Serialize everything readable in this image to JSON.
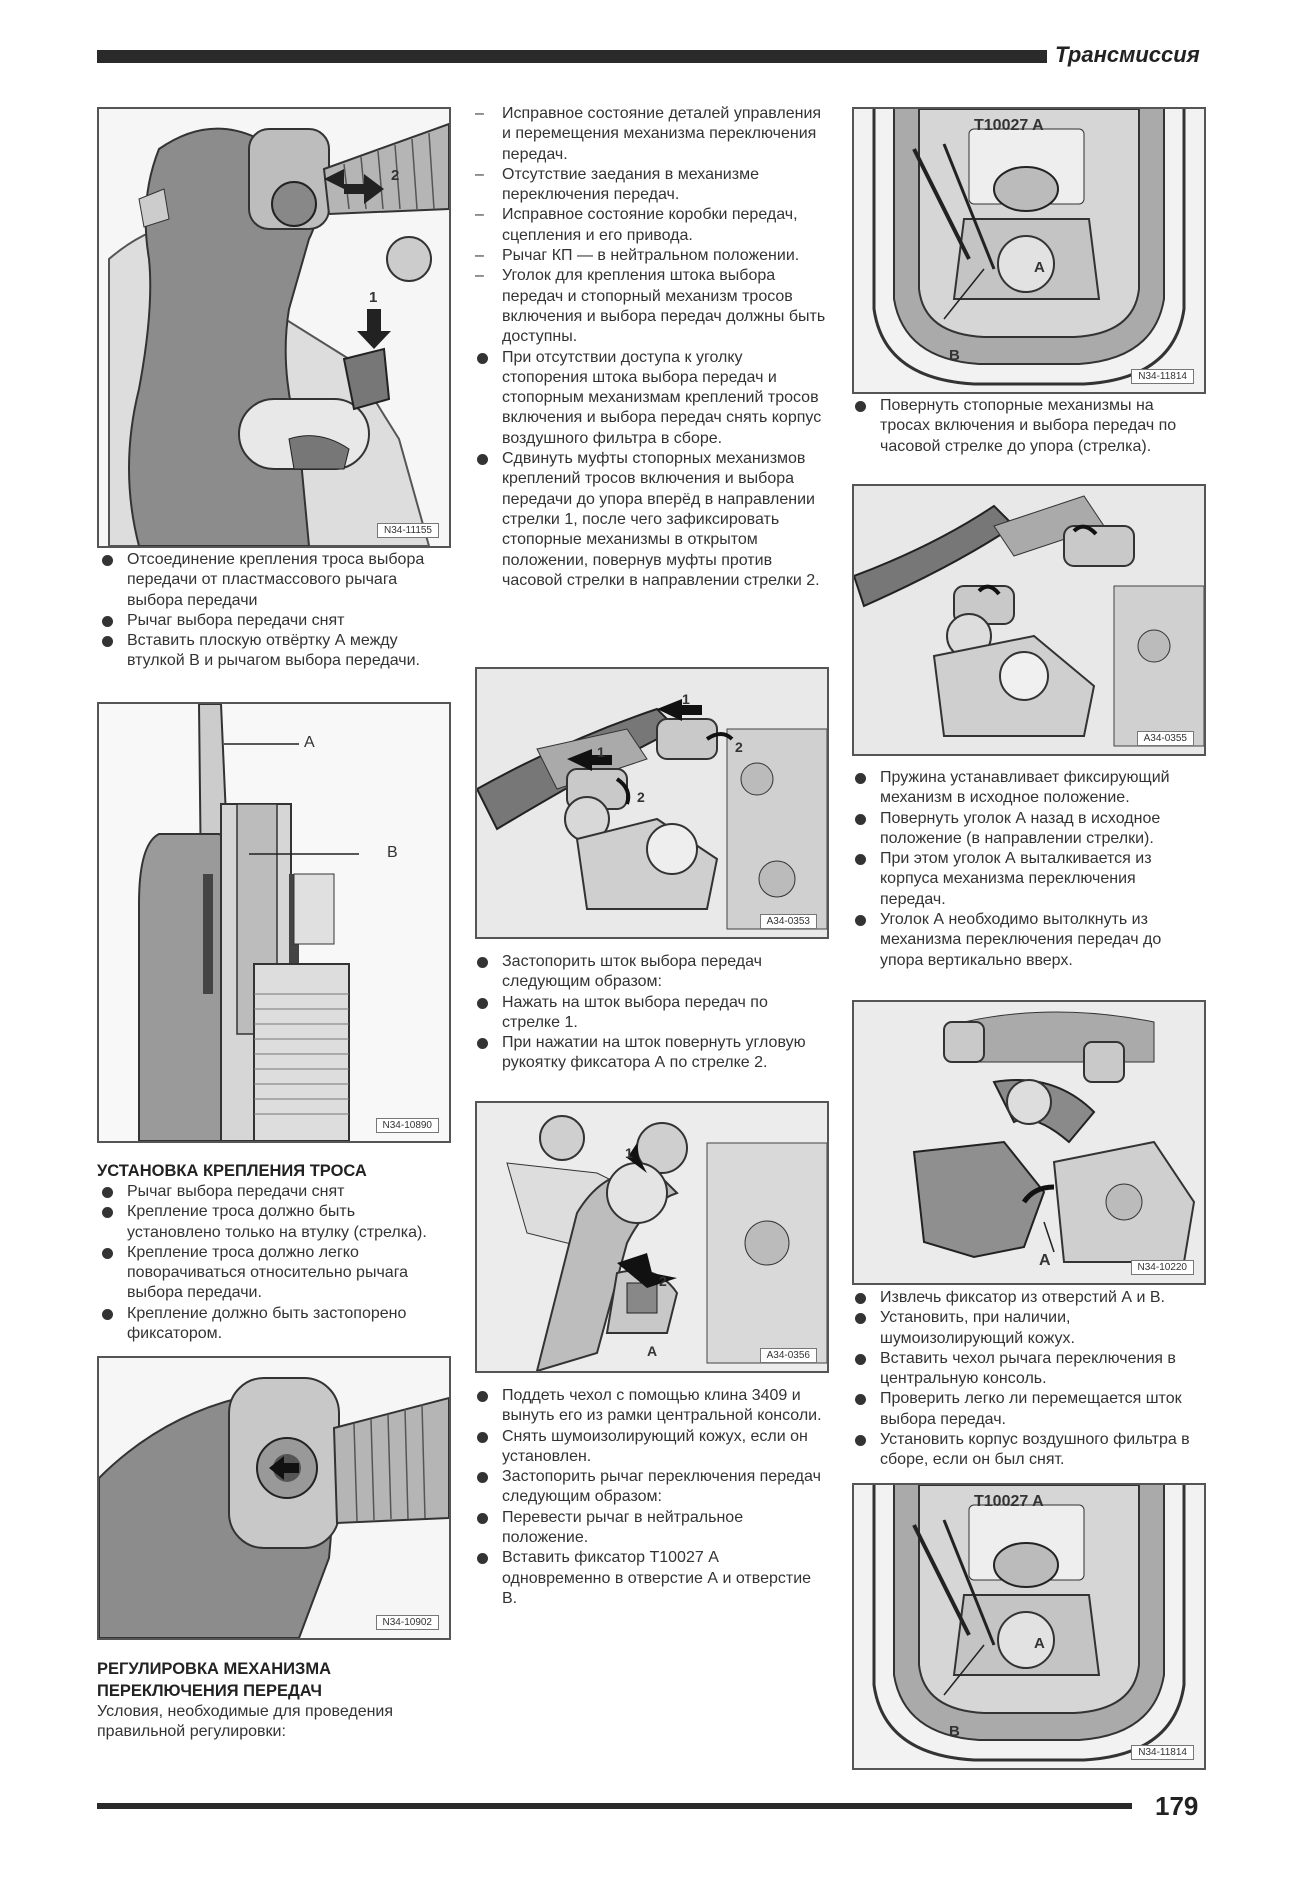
{
  "header": {
    "section": "Трансмиссия"
  },
  "footer": {
    "page": "179"
  },
  "figures": {
    "f1": {
      "code": "N34-11155",
      "labels": [
        "2",
        "1"
      ]
    },
    "f2": {
      "code": "N34-10890",
      "labels": [
        "A",
        "B"
      ]
    },
    "f3": {
      "code": "N34-10902"
    },
    "f4": {
      "code": "A34-0353",
      "labels": [
        "1",
        "2",
        "1",
        "2"
      ]
    },
    "f5": {
      "code": "A34-0356",
      "labels": [
        "1",
        "2",
        "A"
      ]
    },
    "f6": {
      "code": "N34-11814",
      "labels": [
        "T10027 A",
        "A",
        "B"
      ]
    },
    "f7": {
      "code": "A34-0355"
    },
    "f8": {
      "code": "N34-10220",
      "labels": [
        "A"
      ]
    },
    "f9": {
      "code": "N34-11814",
      "labels": [
        "T10027 A",
        "A",
        "B"
      ]
    }
  },
  "col1": {
    "block1": [
      "Отсоединение крепления троса выбора передачи от пластмассового рычага выбора передачи",
      "Рычаг выбора передачи снят",
      "Вставить плоскую отвёртку А между втулкой В и рычагом выбора передачи."
    ],
    "heading1": "УСТАНОВКА КРЕПЛЕНИЯ ТРОСА",
    "block2": [
      "Рычаг выбора передачи снят",
      "Крепление троса должно быть установлено только на втулку (стрелка).",
      "Крепление троса должно легко поворачиваться относительно рычага выбора передачи.",
      "Крепление должно быть застопорено фиксатором."
    ],
    "heading2": "РЕГУЛИРОВКА МЕХАНИЗМА ПЕРЕКЛЮЧЕНИЯ ПЕРЕДАЧ",
    "para": "Условия, необходимые для проведения правильной регулировки:"
  },
  "col2": {
    "dashes": [
      "Исправное состояние деталей управления и перемещения механизма переключения передач.",
      "Отсутствие заедания в механизме переключения передач.",
      "Исправное состояние коробки передач, сцепления и его привода.",
      "Рычаг КП — в нейтральном положении.",
      "Уголок для крепления штока выбора передач и стопорный механизм тросов включения и выбора передач должны быть доступны."
    ],
    "block1": [
      "При отсутствии доступа к уголку стопорения штока выбора передач и стопорным механизмам креплений тросов включения и выбора передач снять корпус воздушного фильтра в сборе.",
      "Сдвинуть муфты стопорных механизмов креплений тросов включения и выбора передачи до упора вперёд в направлении стрелки 1, после чего зафиксировать стопорные механизмы в открытом положении, повернув муфты против часовой стрелки в направлении стрелки 2."
    ],
    "block2": [
      "Застопорить шток выбора передач следующим образом:",
      "Нажать на шток выбора передач по стрелке 1.",
      "При нажатии на шток повернуть угловую рукоятку фиксатора А по стрелке 2."
    ],
    "block3": [
      "Поддеть чехол с помощью клина 3409 и вынуть его из рамки центральной консоли.",
      "Снять шумоизолирующий кожух, если он установлен.",
      "Застопорить рычаг переключения передач следующим образом:",
      "Перевести рычаг в нейтральное положение.",
      "Вставить фиксатор T10027 А одновременно в отверстие А и отверстие В."
    ]
  },
  "col3": {
    "block1": [
      "Повернуть стопорные механизмы на тросах включения и выбора передач по часовой стрелке до упора (стрелка)."
    ],
    "block2": [
      "Пружина устанавливает фиксирующий механизм в исходное положение.",
      "Повернуть уголок А назад в исходное положение (в направлении стрелки).",
      "При этом уголок А выталкивается из корпуса механизма переключения передач.",
      "Уголок А необходимо вытолкнуть из механизма переключения передач до упора вертикально вверх."
    ],
    "block3": [
      "Извлечь фиксатор из отверстий А и В.",
      "Установить, при наличии, шумоизолирующий кожух.",
      "Вставить чехол рычага переключения в центральную консоль.",
      "Проверить легко ли перемещается шток выбора передач.",
      "Установить корпус воздушного фильтра в сборе, если он был снят."
    ]
  }
}
